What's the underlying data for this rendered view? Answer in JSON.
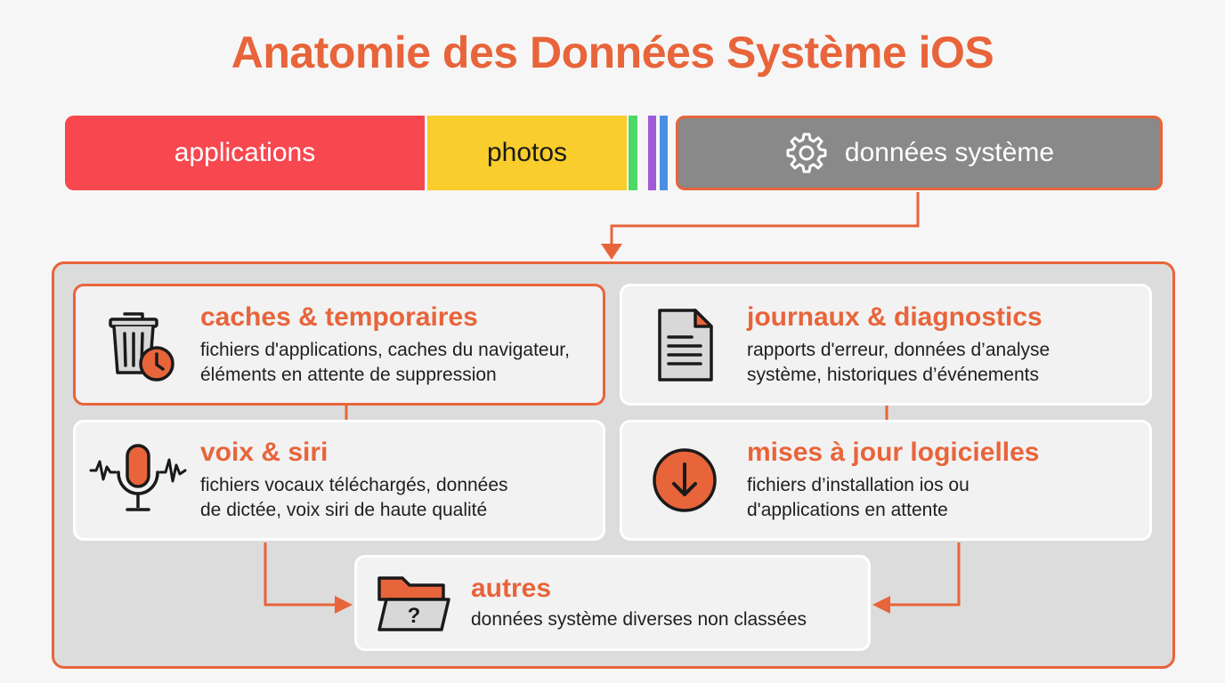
{
  "title": "Anatomie des Données Système iOS",
  "storage_bar": {
    "applications": "applications",
    "photos": "photos",
    "system": "données système"
  },
  "colors": {
    "accent": "#e8643a",
    "applications": "#f7474f",
    "photos": "#f8cd2c",
    "green": "#4cd964",
    "purple": "#a05ad8",
    "blue": "#4a90e2",
    "system": "#898989"
  },
  "cards": {
    "caches": {
      "icon": "trash-clock-icon",
      "heading": "caches & temporaires",
      "line1": "fichiers d'applications, caches du navigateur,",
      "line2": "éléments en attente de suppression"
    },
    "journaux": {
      "icon": "document-icon",
      "heading": "journaux & diagnostics",
      "line1": "rapports d'erreur, données d’analyse",
      "line2": "système, historiques d’événements"
    },
    "voix": {
      "icon": "microphone-icon",
      "heading": "voix & siri",
      "line1": "fichiers vocaux téléchargés, données",
      "line2": "de dictée, voix siri de haute qualité"
    },
    "maj": {
      "icon": "download-arrow-icon",
      "heading": "mises à jour logicielles",
      "line1": "fichiers d’installation ios ou",
      "line2": "d'applications en attente"
    },
    "autres": {
      "icon": "folder-question-icon",
      "heading": "autres",
      "line1": "données système diverses non classées",
      "question_mark": "?"
    }
  }
}
